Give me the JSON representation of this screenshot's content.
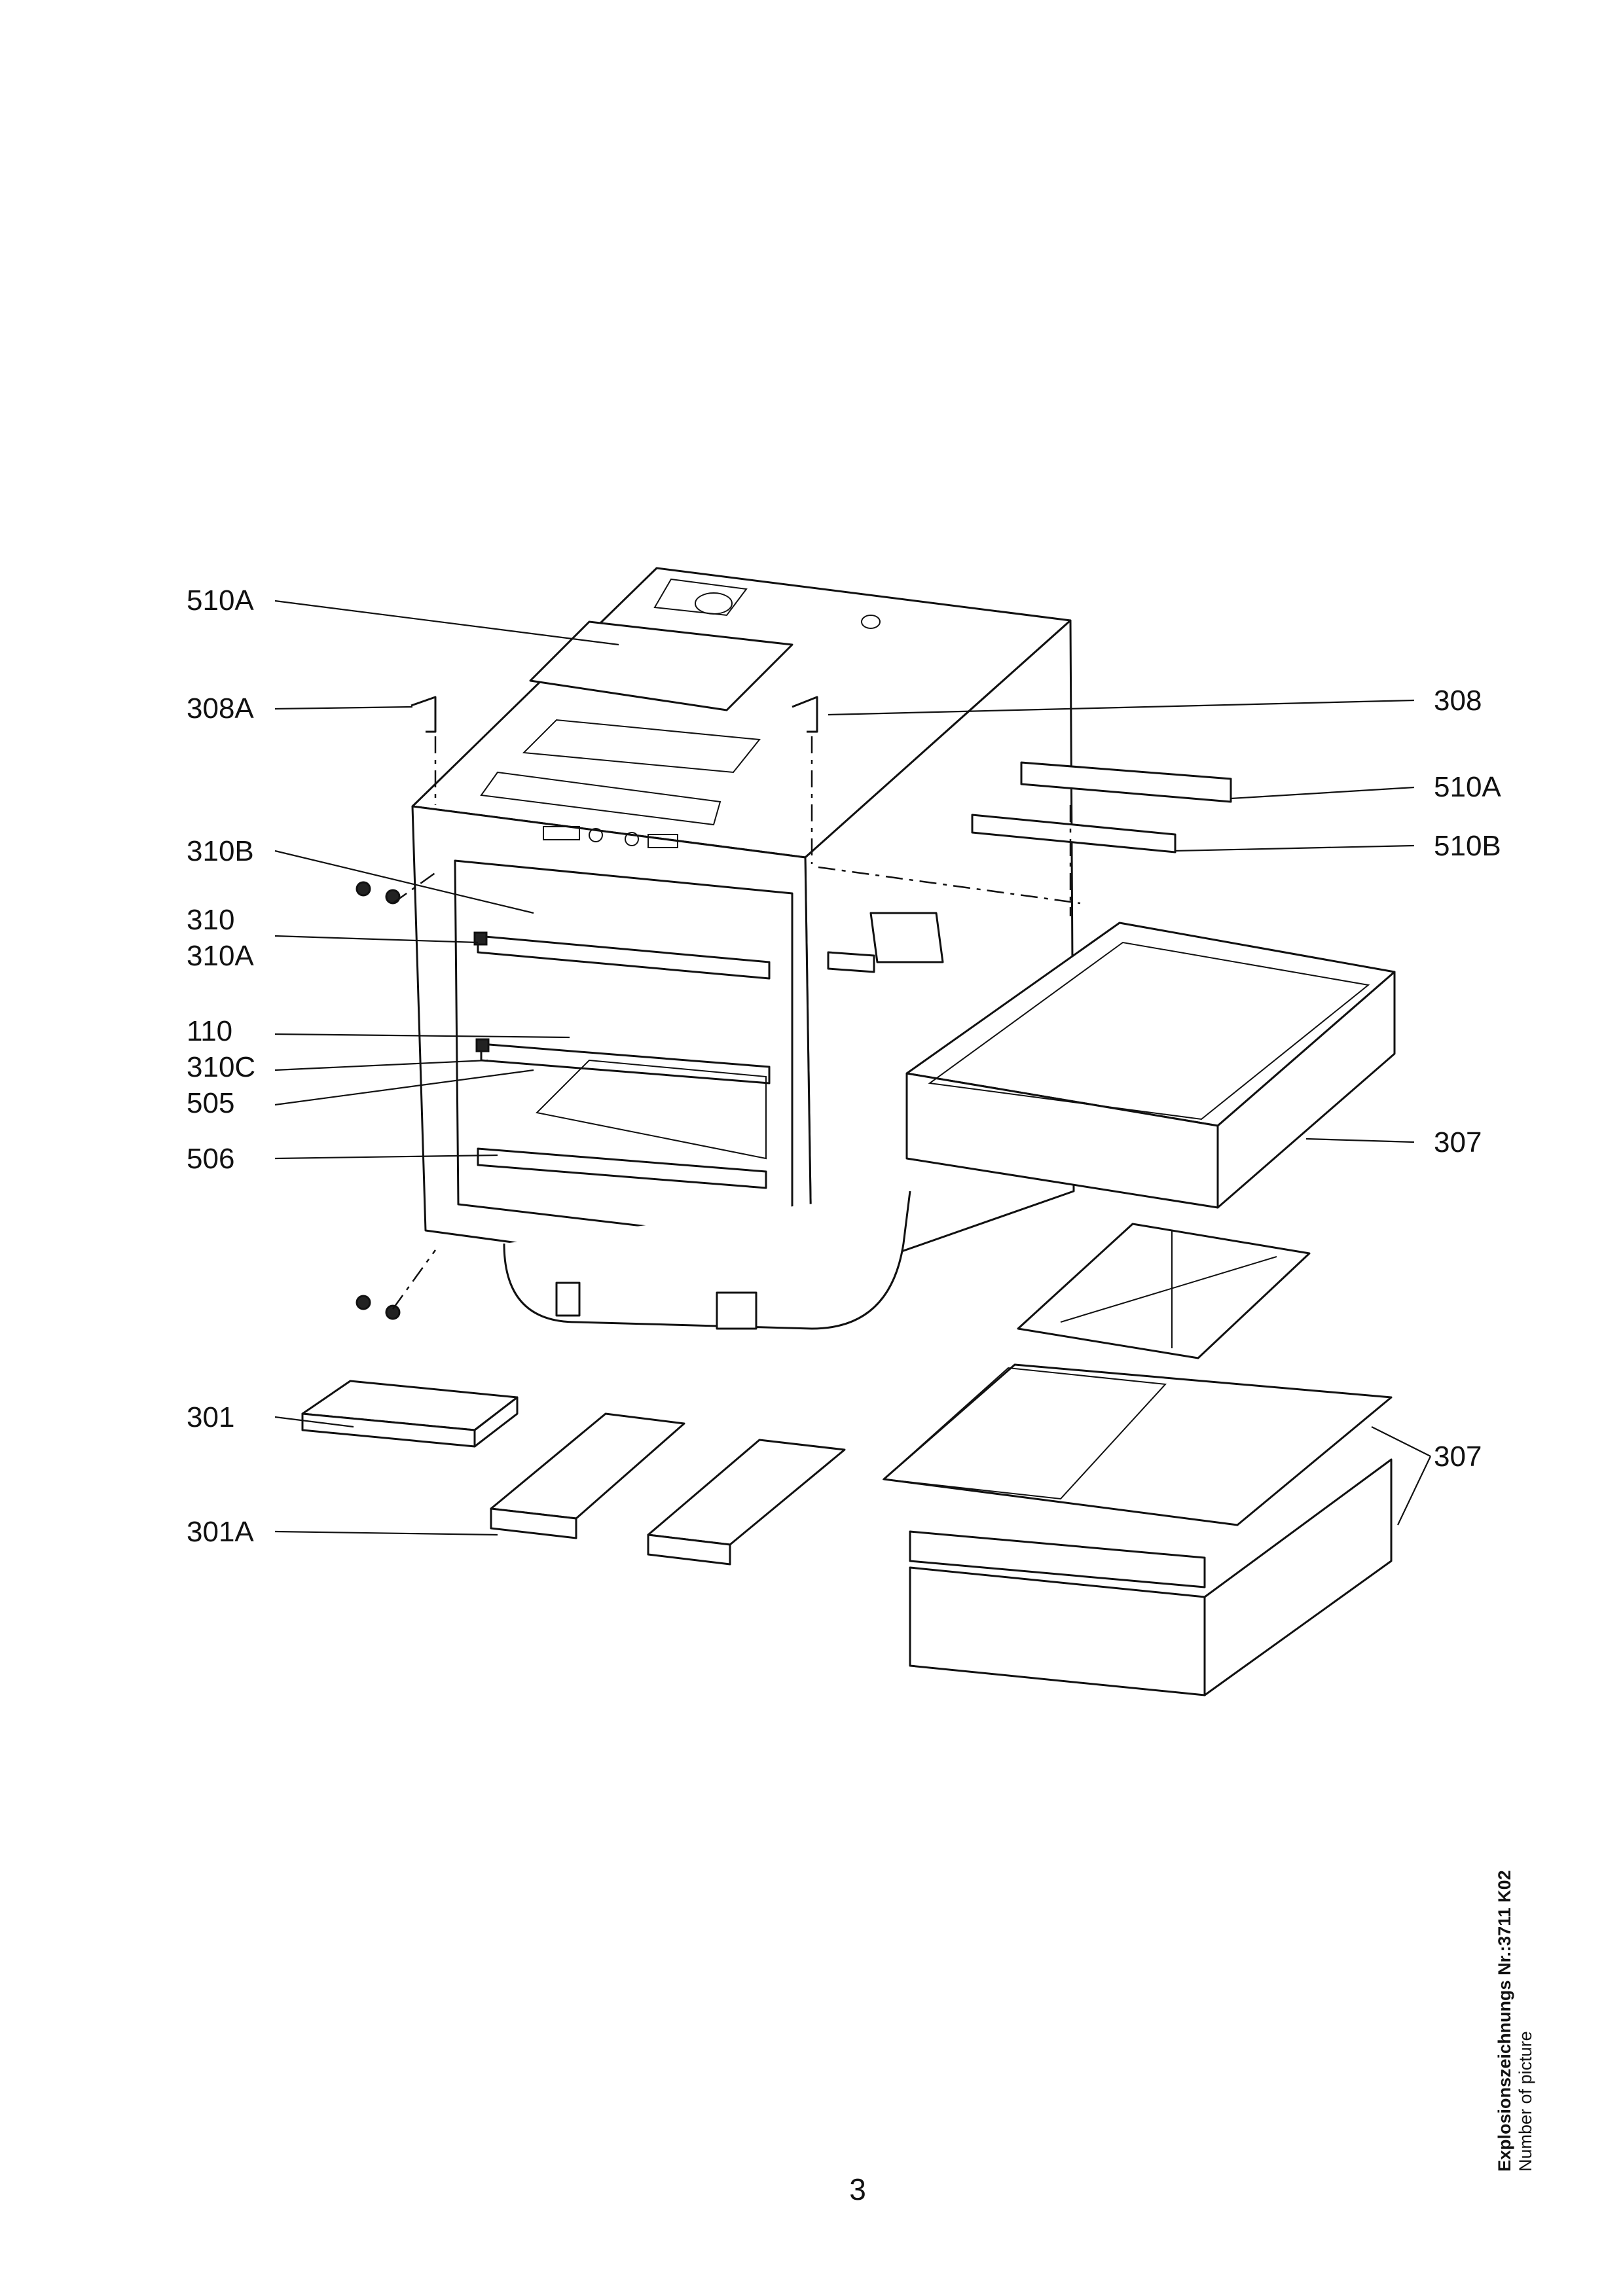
{
  "callouts": {
    "c510A_left": "510A",
    "c308A": "308A",
    "c310B": "310B",
    "c310": "310",
    "c310A": "310A",
    "c110": "110",
    "c310C": "310C",
    "c505": "505",
    "c506": "506",
    "c301": "301",
    "c301A": "301A",
    "c308": "308",
    "c510A_right": "510A",
    "c510B": "510B",
    "c307_upper": "307",
    "c307_lower": "307"
  },
  "footer": {
    "page_number": "3",
    "drawing_label": "Explosionszeichnungs Nr.:3711 K02",
    "drawing_label_en": "Number of picture"
  }
}
